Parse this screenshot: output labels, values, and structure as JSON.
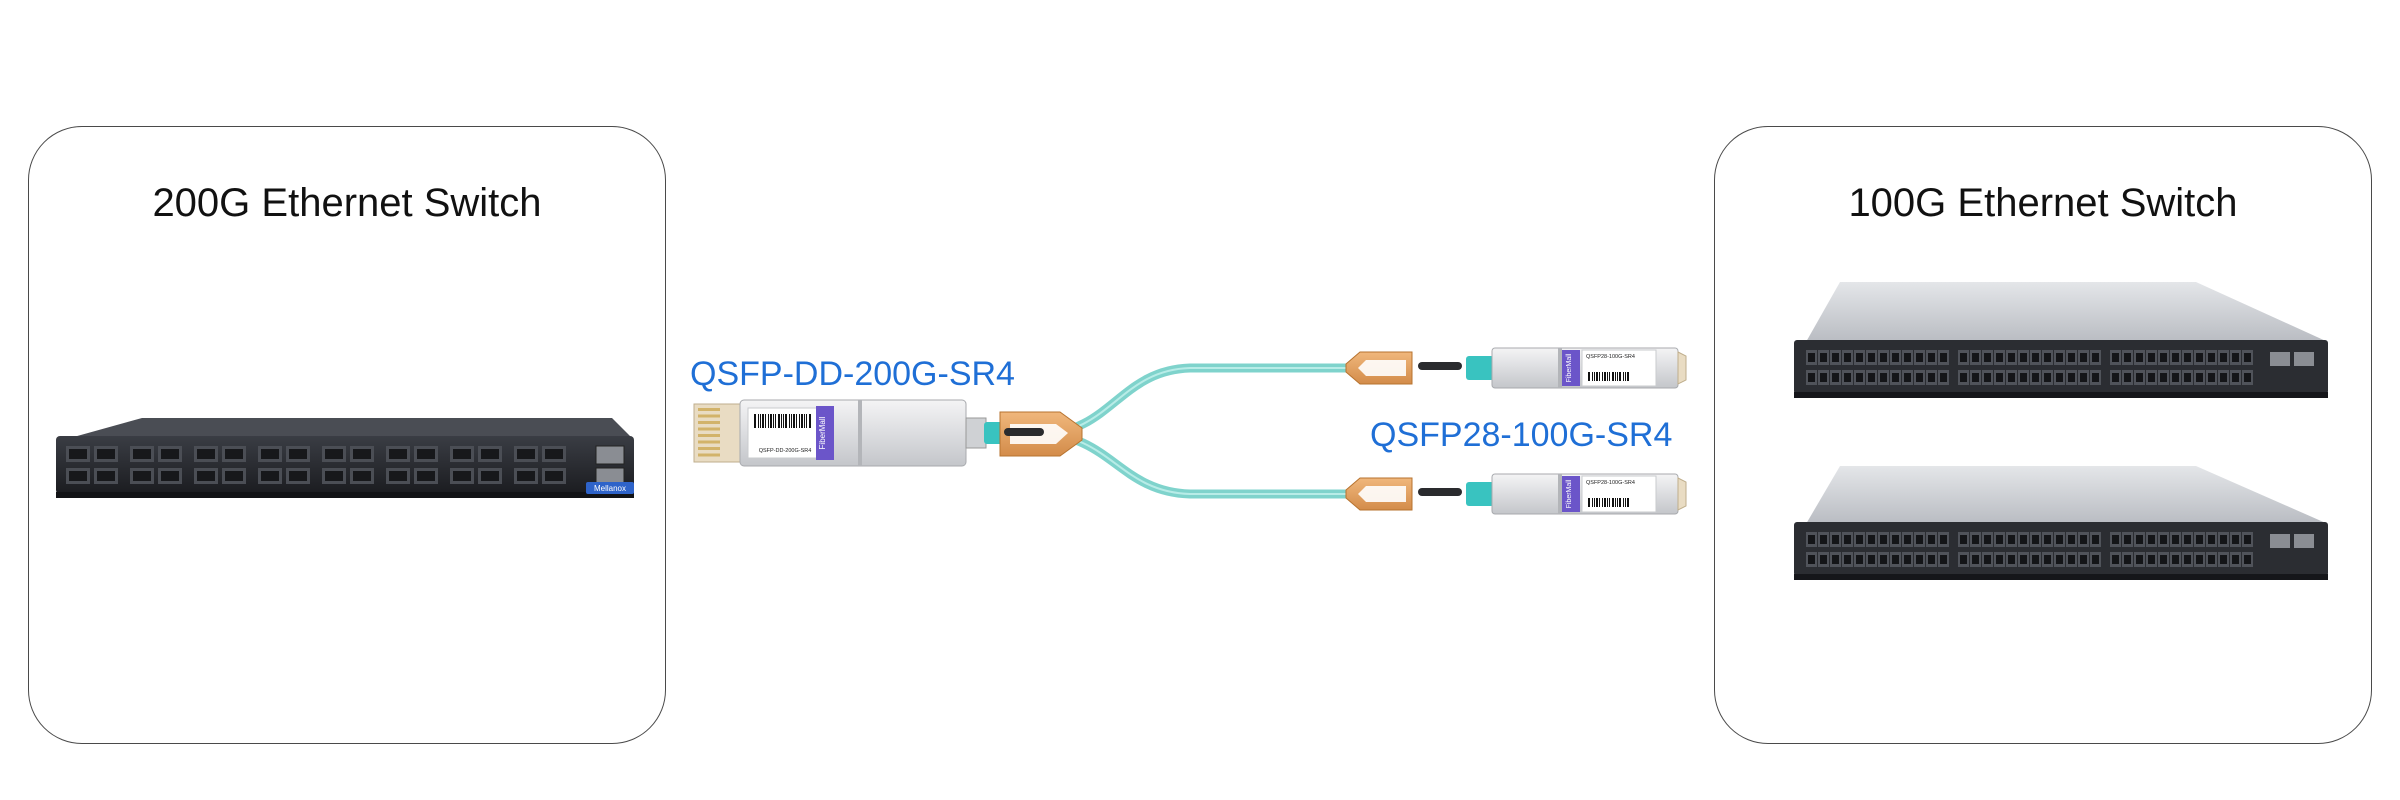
{
  "colors": {
    "accent_blue": "#1f6fd6",
    "cable_aqua": "#7fd3cc",
    "pull_tab_orange": "#e8a868",
    "switch_dark": "#2a2c31",
    "switch_silver": "#c8cbd0",
    "panel_border": "#4a4a4a",
    "brand_purple": "#6b55c9"
  },
  "left_panel": {
    "title": "200G Ethernet Switch",
    "switch_badge": "Mellanox"
  },
  "right_panel": {
    "title": "100G Ethernet Switch"
  },
  "modules": {
    "qsfp_dd": {
      "label": "QSFP-DD-200G-SR4",
      "sticker_text": "QSFP-DD-200G-SR4",
      "brand": "FiberMall"
    },
    "qsfp28": {
      "label": "QSFP28-100G-SR4",
      "sticker_text": "QSFP28-100G-SR4",
      "brand": "FiberMall"
    }
  }
}
